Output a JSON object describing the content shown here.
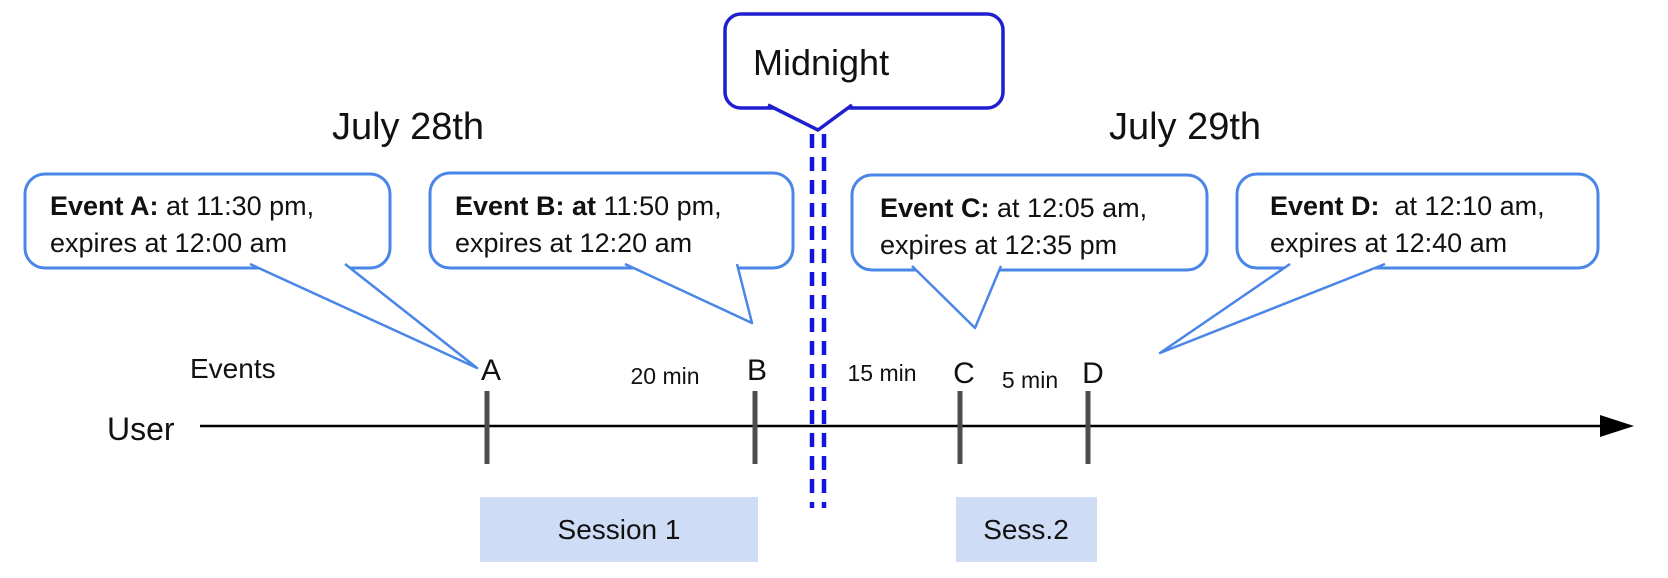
{
  "colors": {
    "callout_border": "#4a86e8",
    "midnight_border": "#1f1fd0",
    "dash_blue": "#1414e0",
    "session_fill": "#cfdcf5",
    "tick_gray": "#4d4d4d",
    "timeline_color": "#000000"
  },
  "header": {
    "date_left": "July 28th",
    "date_right": "July 29th"
  },
  "midnight_callout": {
    "label": "Midnight"
  },
  "axis": {
    "events_label": "Events",
    "user_label": "User"
  },
  "event_callouts": [
    {
      "bold": "Event A:",
      "line1_rest": " at 11:30 pm,",
      "line2": "expires at 12:00 am"
    },
    {
      "bold": "Event B: at",
      "line1_rest": " 11:50 pm,",
      "line2": "expires at 12:20 am"
    },
    {
      "bold": "Event C:",
      "line1_rest": " at 12:05 am,",
      "line2": "expires at 12:35 pm"
    },
    {
      "bold": "Event D:",
      "line1_rest": "  at 12:10 am,",
      "line2": "expires at 12:40 am"
    }
  ],
  "tick_labels": [
    "A",
    "B",
    "C",
    "D"
  ],
  "interval_labels": [
    "20 min",
    "15 min",
    "5 min"
  ],
  "sessions": [
    {
      "label": "Session 1"
    },
    {
      "label": "Sess.2"
    }
  ]
}
